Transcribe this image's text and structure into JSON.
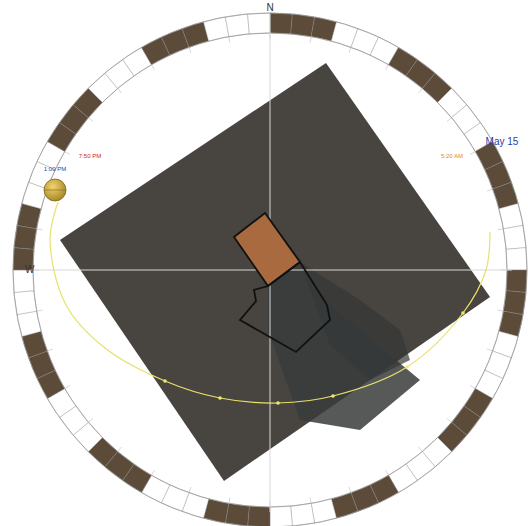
{
  "diagram": {
    "labels": [
      "N",
      "W",
      "1:00 PM",
      "7:50 PM",
      "5:20 AM",
      "May 15"
    ]
  }
}
